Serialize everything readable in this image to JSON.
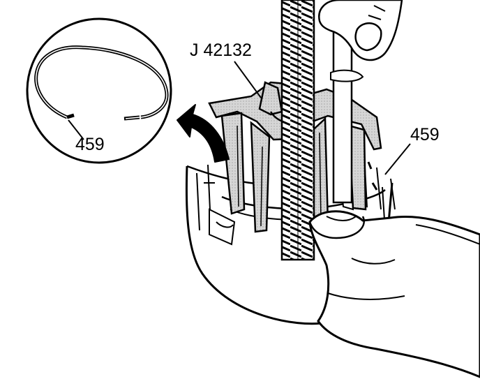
{
  "callouts": {
    "tool_number": "J 42132",
    "inset_part": "459",
    "assembly_part": "459"
  },
  "colors": {
    "line": "#000000",
    "tool_fill": "#d9d9d9",
    "background": "#ffffff"
  }
}
